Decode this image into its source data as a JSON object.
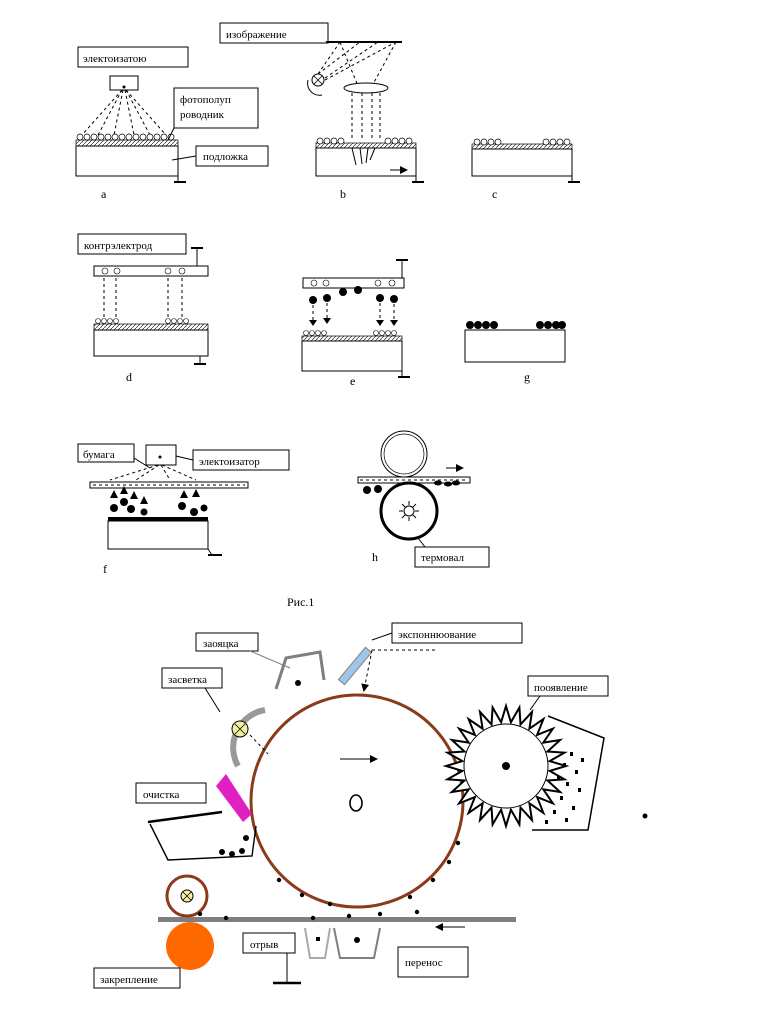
{
  "labels": {
    "electrizer_a": "электоизатою",
    "photoconductor": "фотополуп",
    "photoconductor2": "роводник",
    "substrate": "подложка",
    "image": "изображение",
    "counter_electrode": "контрэлектрод",
    "paper": "бумага",
    "electrizer_f": "электоизатор",
    "thermal_roller": "термовал",
    "figure_caption": "Рис.1",
    "charging": "заояцка",
    "exposure": "экспоннюование",
    "illumination": "засветка",
    "development": "пооявление",
    "cleaning": "очистка",
    "separation": "отрыв",
    "transfer": "перенос",
    "fixing": "закрепление"
  },
  "subfigures": {
    "a": "a",
    "b": "b",
    "c": "c",
    "d": "d",
    "e": "e",
    "g": "g",
    "f": "f",
    "h": "h"
  },
  "colors": {
    "drum": "#8B3A1A",
    "cleaning_blade": "#E020C0",
    "fixing_roller": "#FF6A00",
    "rail": "#7F7F7F",
    "exposure_mirror": "#9EC6E8",
    "lamp": "#F5F0A0",
    "separation_cup": "#AAAAAA"
  }
}
